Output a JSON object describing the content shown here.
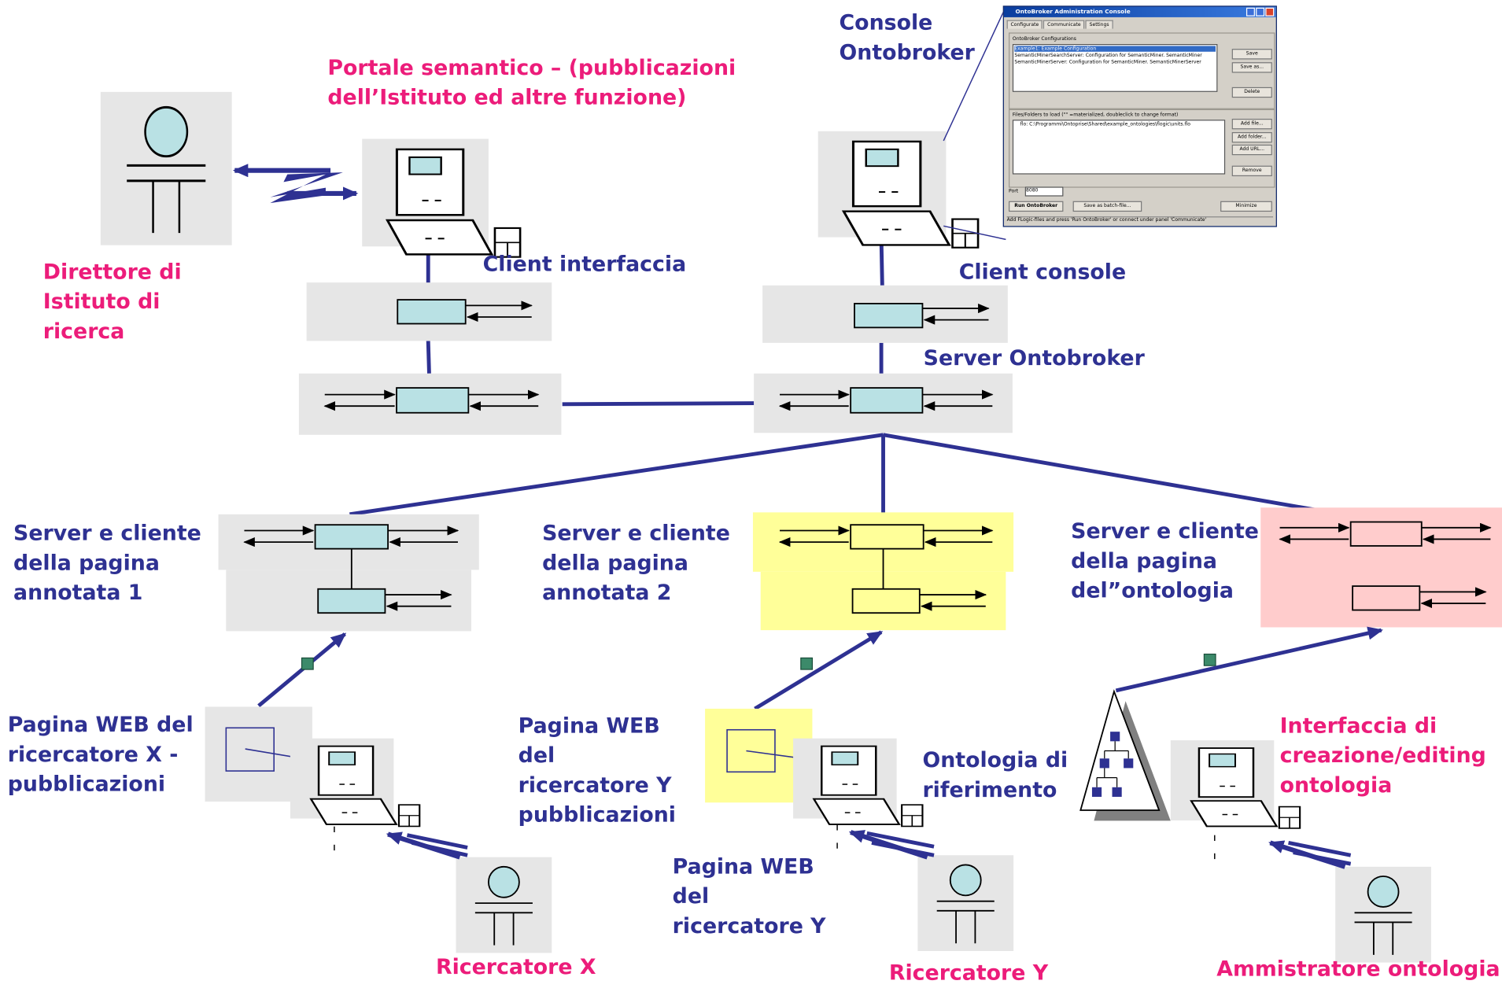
{
  "labels": {
    "portale": "Portale semantico – (pubblicazioni\ndell’Istituto ed altre funzione)",
    "console_ontobroker": "Console\nOntobroker",
    "direttore": "Direttore di\nIstituto di\nricerca",
    "client_interfaccia": "Client interfaccia",
    "client_console": "Client console",
    "server_ontobroker": "Server Ontobroker",
    "server_cliente_1": "Server e cliente\ndella pagina\nannotata 1",
    "server_cliente_2": "Server e cliente\ndella pagina\nannotata 2",
    "server_cliente_ont": "Server e cliente\ndella pagina\ndel”ontologia",
    "pagina_web_x": "Pagina WEB del\nricercatore X -\npubblicazioni",
    "pagina_web_y_pub": "Pagina WEB\ndel\nricercatore Y\npubblicazioni",
    "pagina_web_y": "Pagina WEB\ndel\nricercatore Y",
    "ontologia_rif": "Ontologia di\nriferimento",
    "interfaccia_editing": "Interfaccia di\ncreazione/editing\nontologia",
    "ricercatore_x": "Ricercatore X",
    "ricercatore_y": "Ricercatore Y",
    "amministratore": "Ammistratore ontologia"
  },
  "console_window": {
    "title": "OntoBroker Administration Console",
    "tabs": [
      "Configurate",
      "Communicate",
      "Settings"
    ],
    "config_group_label": "OntoBroker Configurations",
    "config_items": [
      "Example1: Example Configuration",
      "SemanticMinerSearchServer: Configuration for SemanticMiner. SemanticMiner",
      "SemanticMinerServer: Configuration for SemanticMiner. SemanticMinerServer"
    ],
    "btn_save": "Save",
    "btn_save_as": "Save as...",
    "btn_delete": "Delete",
    "files_group_label": "Files/Folders to load (\"\" =materialized, doubleclick to change format)",
    "file_item": "flo: C:\\Programmi\\Ontoprise\\Shared\\example_ontologies\\flogic\\units.flo",
    "btn_add_file": "Add file...",
    "btn_add_folder": "Add folder...",
    "btn_add_url": "Add URL...",
    "btn_remove": "Remove",
    "port_label": "Port",
    "port_value": "8080",
    "btn_run": "Run OntoBroker",
    "btn_save_batch": "Save as batch-file...",
    "btn_minimize": "Minimize",
    "status": "Add FLogic-files and press 'Run OntoBroker' or connect under panel 'Communicate'"
  },
  "colors": {
    "label_blue": "#2e3192",
    "label_pink": "#ec1c7a",
    "connector": "#2e3192",
    "box_gray": "#e6e6e6",
    "rect_cyan": "#b9e1e4",
    "highlight_yellow": "#ffff99",
    "highlight_pink": "#ffcccc",
    "node_green": "#3c8a6a"
  }
}
